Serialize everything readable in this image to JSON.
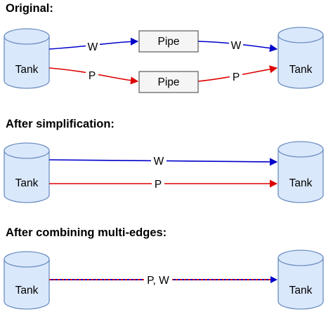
{
  "colors": {
    "water": "#0000cc",
    "power": "#dd0000",
    "tank_fill": "#dae8fc",
    "tank_stroke": "#6c8ebf",
    "pipe_fill": "#f5f5f5",
    "pipe_stroke": "#666666"
  },
  "sections": [
    {
      "title": "Original:",
      "nodes": [
        {
          "label": "Tank"
        },
        {
          "label": "Pipe"
        },
        {
          "label": "Pipe"
        },
        {
          "label": "Tank"
        }
      ],
      "edges": [
        {
          "label": "W"
        },
        {
          "label": "W"
        },
        {
          "label": "P"
        },
        {
          "label": "P"
        }
      ]
    },
    {
      "title": "After simplification:",
      "nodes": [
        {
          "label": "Tank"
        },
        {
          "label": "Tank"
        }
      ],
      "edges": [
        {
          "label": "W"
        },
        {
          "label": "P"
        }
      ]
    },
    {
      "title": "After combining multi-edges:",
      "nodes": [
        {
          "label": "Tank"
        },
        {
          "label": "Tank"
        }
      ],
      "edges": [
        {
          "label": "P, W"
        }
      ]
    }
  ]
}
